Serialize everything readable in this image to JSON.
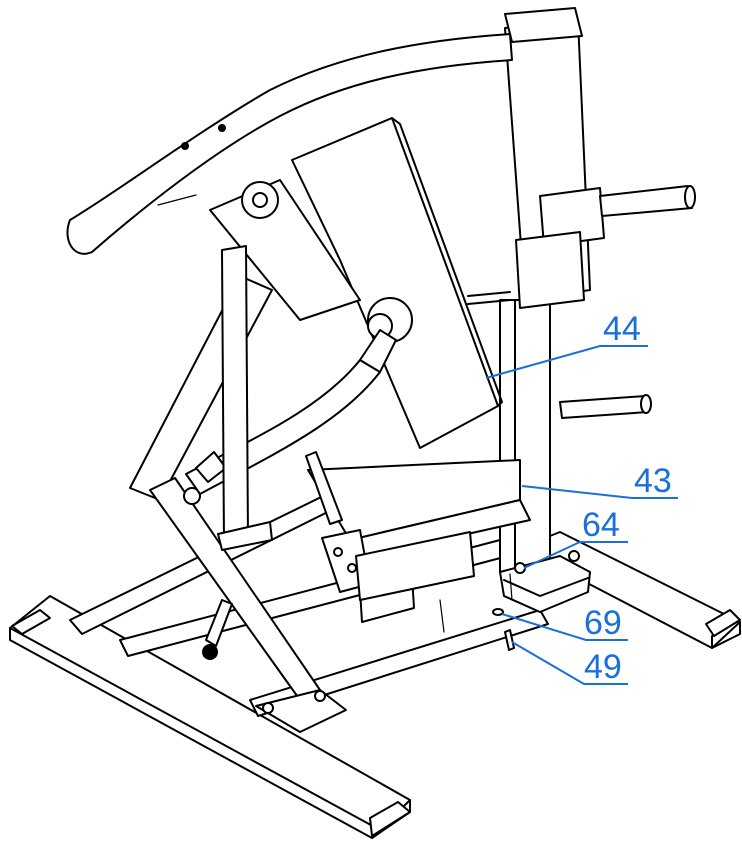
{
  "diagram": {
    "callouts": [
      {
        "id": "44",
        "text": "44"
      },
      {
        "id": "43",
        "text": "43"
      },
      {
        "id": "64",
        "text": "64"
      },
      {
        "id": "69",
        "text": "69"
      },
      {
        "id": "49",
        "text": "49"
      }
    ],
    "colors": {
      "callout": "#1a6fd8",
      "line": "#000000",
      "background": "#ffffff"
    }
  }
}
